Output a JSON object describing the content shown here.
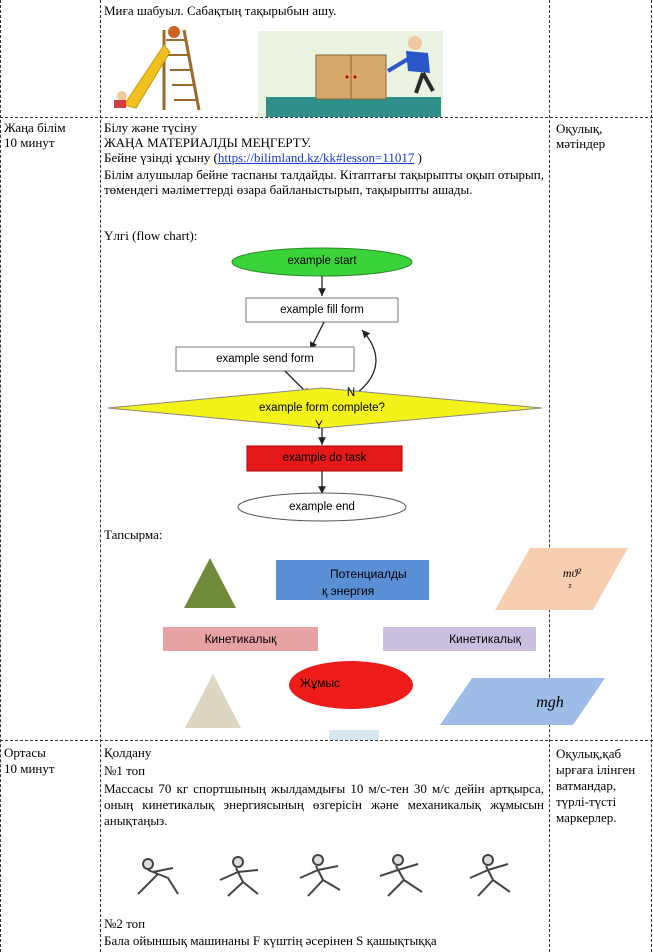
{
  "row_top": {
    "task_text": "Миға шабуыл. Сабақтың тақырыбын ашу."
  },
  "row_new": {
    "stage": "Жаңа білім",
    "time": "10 минут",
    "title1": "Білу және түсіну",
    "title2": "ЖАҢА МАТЕРИАЛДЫ МЕҢГЕРТУ.",
    "video_prefix": "Бейне үзінді ұсыну (",
    "video_link": "https://bilimland.kz/kk#lesson=11017",
    "video_suffix": " )",
    "paragraph": "Білім алушылар бейне таспаны талдайды. Кітаптағы тақырыпты оқып отырып, төмендегі мәліметтерді өзара байланыстырып, тақырыпты ашады.",
    "scheme_label": "Үлгі (flow chart):",
    "resources": "Оқулық, мәтіндер",
    "flowchart": {
      "start": "example start",
      "fill": "example fill form",
      "send": "example send form",
      "decision": "example form complete?",
      "task": "example do task",
      "end": "example end",
      "no": "N",
      "yes": "Y"
    },
    "assignment_label": "Тапсырма:",
    "shapes": {
      "potential_line1": "Потенциалды",
      "potential_line2": "қ энергия",
      "formula_mv": "mϑ²",
      "formula_mv_den": "²",
      "kinetic1": "Кинетикалық",
      "kinetic2": "Кинетикалық",
      "work": "Жұмыс",
      "formula_mgh": "mgh"
    },
    "colors": {
      "start_fill": "#3ad33a",
      "decision_fill": "#f3f31a",
      "task_fill": "#e51919",
      "triangle_green": "#6f8b3a",
      "rect_blue": "#5a8fd6",
      "parallelogram_peach": "#f7cfb0",
      "rect_pink": "#e7a3a3",
      "rect_lavender": "#cbbfe0",
      "triangle_beige": "#ddd6c3",
      "ellipse_red": "#ee1b1b",
      "parallelogram_blue": "#9dbce8",
      "small_rect": "#d6e8ef"
    }
  },
  "row_mid": {
    "stage": "Ортасы",
    "time": "10 минут",
    "title": "Қолдану",
    "group1": "№1 топ",
    "para1": "Массасы 70 кг спортшының жылдамдығы 10 м/с-тен 30 м/с дейін артқырса, оның кинетикалық энергиясының өзгерісін және механикалық жұмысын анықтаңыз.",
    "group2": "№2 топ",
    "para2_line": "Бала ойыншық машинаны F күштің әсерінен S қашықтыққа",
    "resources": "Оқулық,қаб ырғаға ілінген ватмандар, түрлі-түсті маркерлер."
  }
}
